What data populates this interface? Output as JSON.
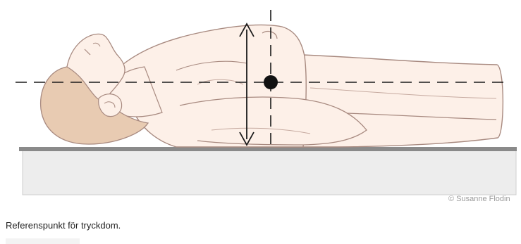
{
  "figure": {
    "credit": "© Susanne Flodin",
    "illustration": "patient lying supine on a bed with reference point marked on the chest"
  },
  "caption": "Referenspunkt för tryckdom.",
  "colors": {
    "skin": "#fdf0e8",
    "skin_outline": "#a88a80",
    "hair": "#e8cbb2",
    "mattress": "#ededed",
    "mattress_top": "#888888",
    "lines": "#1a1a1a"
  }
}
